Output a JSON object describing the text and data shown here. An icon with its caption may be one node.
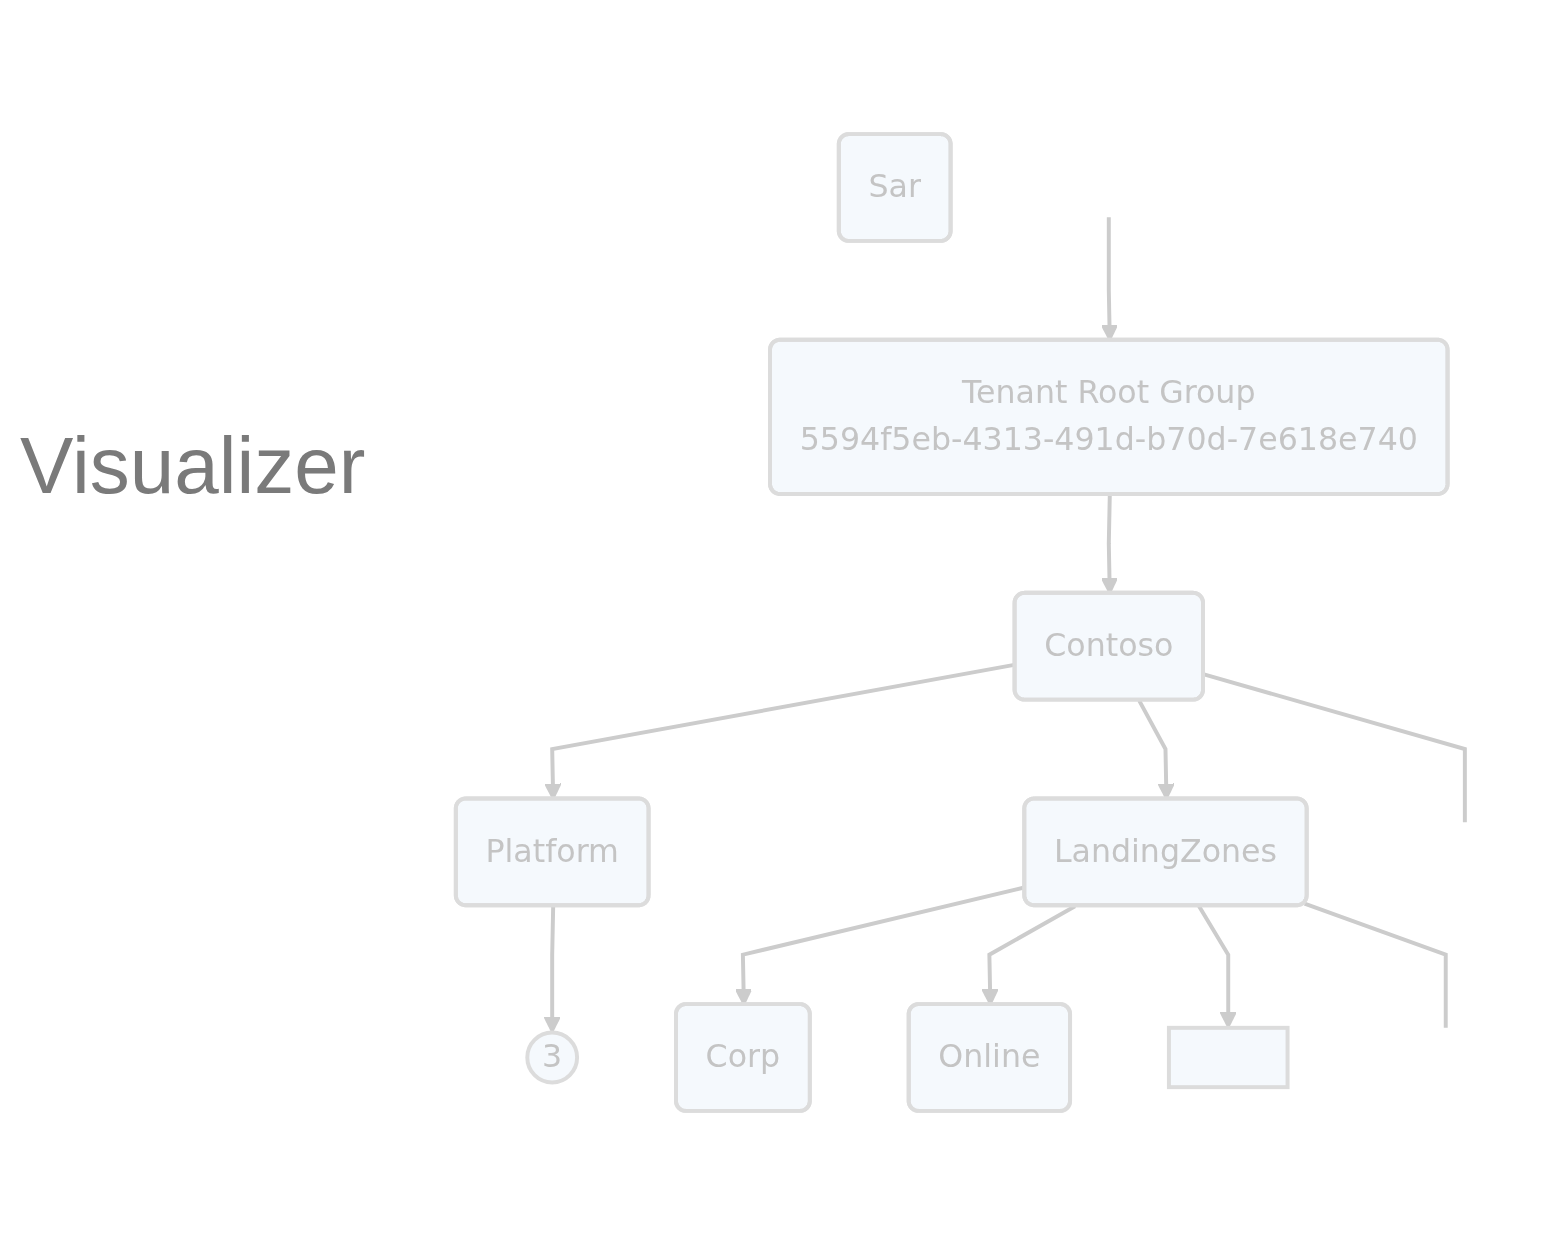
{
  "diagram": {
    "title": "Visualizer",
    "nodes": [
      {
        "text": [
          "Tenant Root Group",
          "5594f5eb-4313-491d-b70d-7e618e740"
        ]
      },
      {
        "text": [
          "Contoso"
        ]
      },
      {
        "text": [
          "Platform"
        ]
      },
      {
        "text": [
          "LandingZones"
        ]
      },
      {
        "text": [
          "Sar"
        ]
      },
      {
        "text": [
          "3"
        ]
      },
      {
        "text": [
          "Corp"
        ]
      },
      {
        "text": [
          "Online"
        ]
      },
      {
        "text": [],
        "shape": "box"
      }
    ],
    "edges": [
      {
        "from": null,
        "to": 0,
        "arrow": "to"
      },
      {
        "from": 0,
        "to": 1,
        "arrow": "to"
      },
      {
        "from": 1,
        "to": 2,
        "arrow": "to"
      },
      {
        "from": 1,
        "to": 3,
        "arrow": "to"
      },
      {
        "from": 1,
        "to": null,
        "arrow": "none"
      },
      {
        "from": 2,
        "to": 5,
        "arrow": "to"
      },
      {
        "from": 3,
        "to": 6,
        "arrow": "to"
      },
      {
        "from": 3,
        "to": 7,
        "arrow": "to"
      },
      {
        "from": 3,
        "to": 8,
        "arrow": "to"
      },
      {
        "from": 3,
        "to": null,
        "arrow": "none"
      }
    ]
  }
}
